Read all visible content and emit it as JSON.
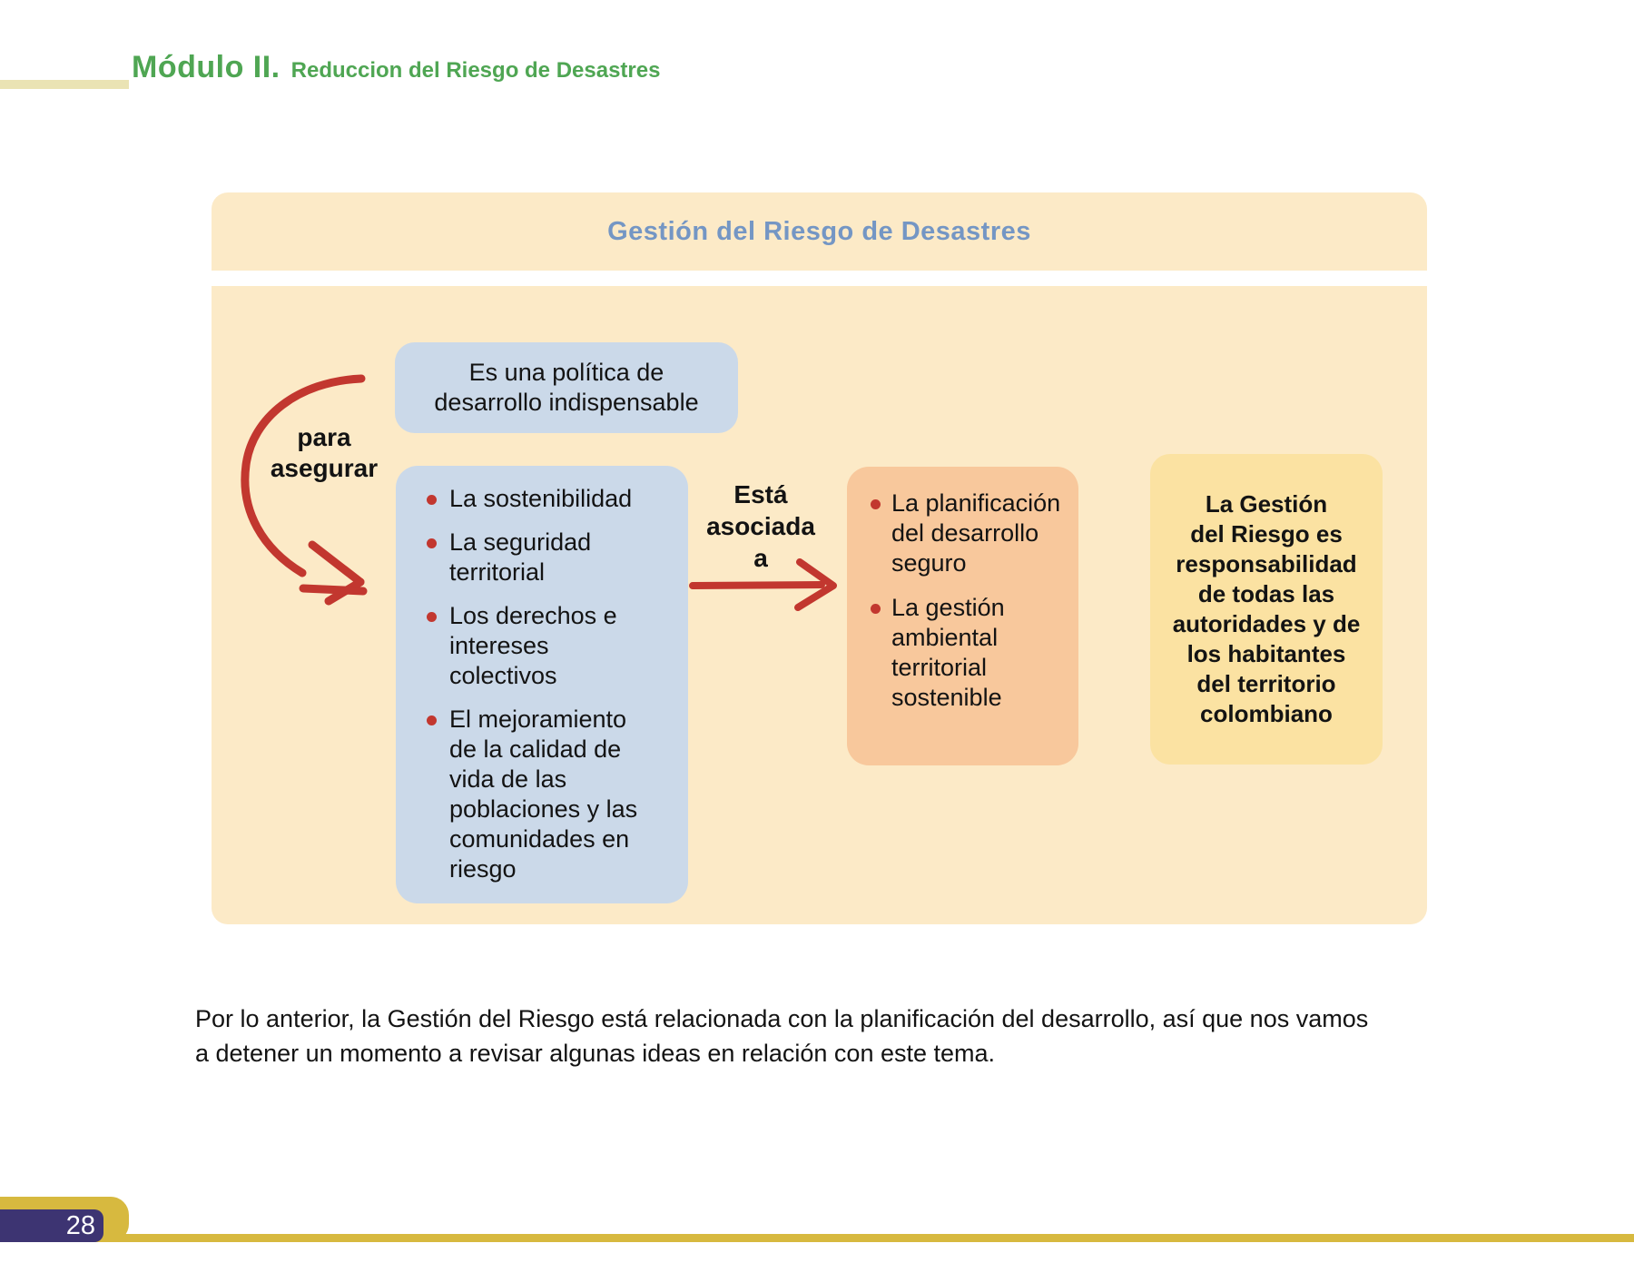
{
  "header": {
    "module_label": "Módulo II.",
    "module_subtitle": "Reduccion del Riesgo de Desastres"
  },
  "diagram": {
    "title": "Gestión del Riesgo de Desastres",
    "policy_text": "Es una política de\ndesarrollo indispensable",
    "para_asegurar_label": "para asegurar",
    "asegurar_items": [
      "La sostenibilidad",
      "La seguridad territorial",
      "Los derechos e intereses colectivos",
      "El mejoramiento de la calidad de vida de las poblaciones y las comunidades en riesgo"
    ],
    "asociada_label": "Está asociada a",
    "asociada_items": [
      "La planificación del desarrollo seguro",
      "La gestión ambiental territorial sostenible"
    ],
    "responsibility_text": "La Gestión\ndel Riesgo es\nresponsabilidad\nde todas las\nautoridades y de\nlos habitantes\ndel territorio\ncolombiano"
  },
  "paragraph": "Por lo anterior, la Gestión del Riesgo está relacionada con la planificación del desarrollo, así que nos vamos\na detener un momento a revisar algunas ideas en relación con este tema.",
  "footer": {
    "page_number": "28"
  },
  "colors": {
    "header_green": "#4FA653",
    "title_blue": "#7496C4",
    "panel_cream": "#FCEAC7",
    "box_blue": "#CBD9E9",
    "box_orange": "#F8C89C",
    "box_yellow": "#FBE2A2",
    "arrow_red": "#C2372F",
    "footer_gold": "#D7B93F",
    "footer_navy": "#3D3472",
    "header_rule_tan": "#EAE3B4"
  }
}
